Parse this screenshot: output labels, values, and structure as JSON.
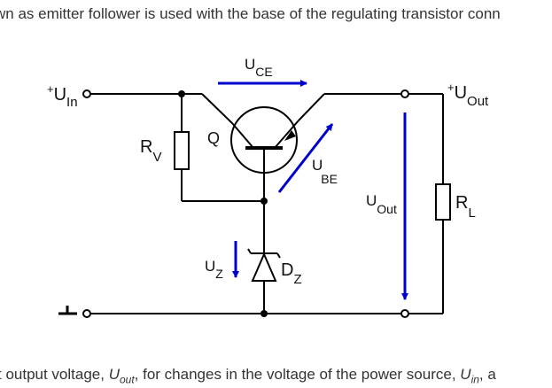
{
  "texts": {
    "top": "wn as emitter follower is used with the base of the regulating transistor conn",
    "bottom_before": "t output voltage, ",
    "bottom_uout_main": "U",
    "bottom_uout_sub": "out",
    "bottom_middle": ", for changes in the voltage of the power source, ",
    "bottom_uin_main": "U",
    "bottom_uin_sub": "in",
    "bottom_after": ", a"
  },
  "circuit": {
    "uin": {
      "plus": "+",
      "main": "U",
      "sub": "In"
    },
    "uout": {
      "plus": "+",
      "main": "U",
      "sub": "Out"
    },
    "uce": {
      "main": "U",
      "sub": "CE"
    },
    "ube": {
      "main": "U",
      "sub": "BE"
    },
    "uout_voltage": {
      "main": "U",
      "sub": "Out"
    },
    "rv": {
      "main": "R",
      "sub": "V"
    },
    "rl": {
      "main": "R",
      "sub": "L"
    },
    "uz": {
      "main": "U",
      "sub": "Z"
    },
    "dz": {
      "main": "D",
      "sub": "Z"
    },
    "q": "Q"
  },
  "colors": {
    "wire": "#000000",
    "arrow": "#0000cc"
  }
}
